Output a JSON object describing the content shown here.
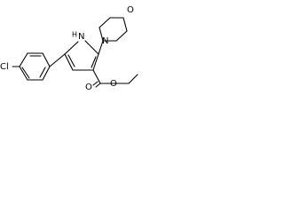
{
  "molecule": {
    "atoms": {
      "chlorine": "Cl",
      "pyrrole_nh": "H",
      "pyrrole_n": "N",
      "morpholine_o": "O",
      "morpholine_n": "N",
      "carbonyl_o": "O",
      "ester_o": "O"
    }
  }
}
